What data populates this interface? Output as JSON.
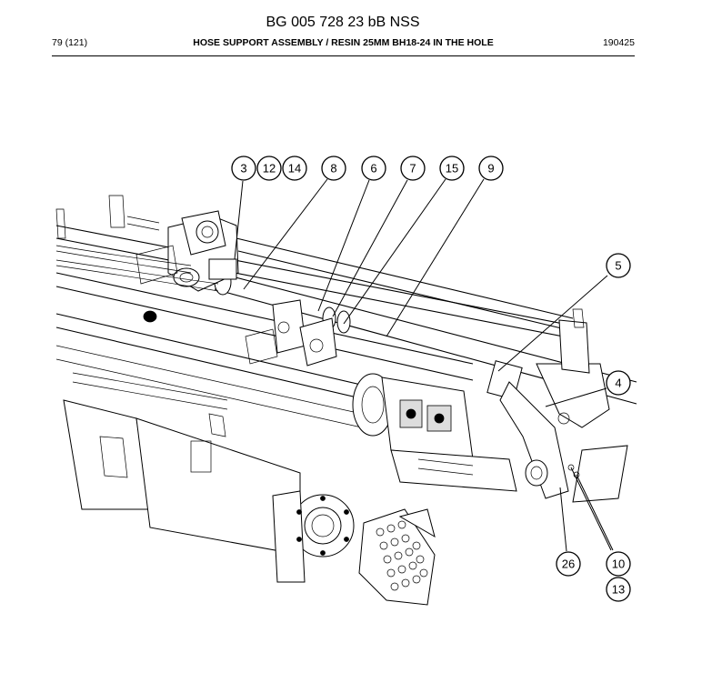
{
  "header": {
    "doc_title": "BG 005 728 23 bB NSS",
    "page_number": "79 (121)",
    "section_title": "HOSE SUPPORT ASSEMBLY / RESIN 25MM BH18-24 IN THE HOLE",
    "date_code": "190425"
  },
  "callouts": {
    "c3": "3",
    "c12": "12",
    "c14": "14",
    "c8": "8",
    "c6": "6",
    "c7": "7",
    "c15": "15",
    "c9": "9",
    "c5": "5",
    "c4": "4",
    "c26": "26",
    "c10": "10",
    "c13": "13"
  }
}
